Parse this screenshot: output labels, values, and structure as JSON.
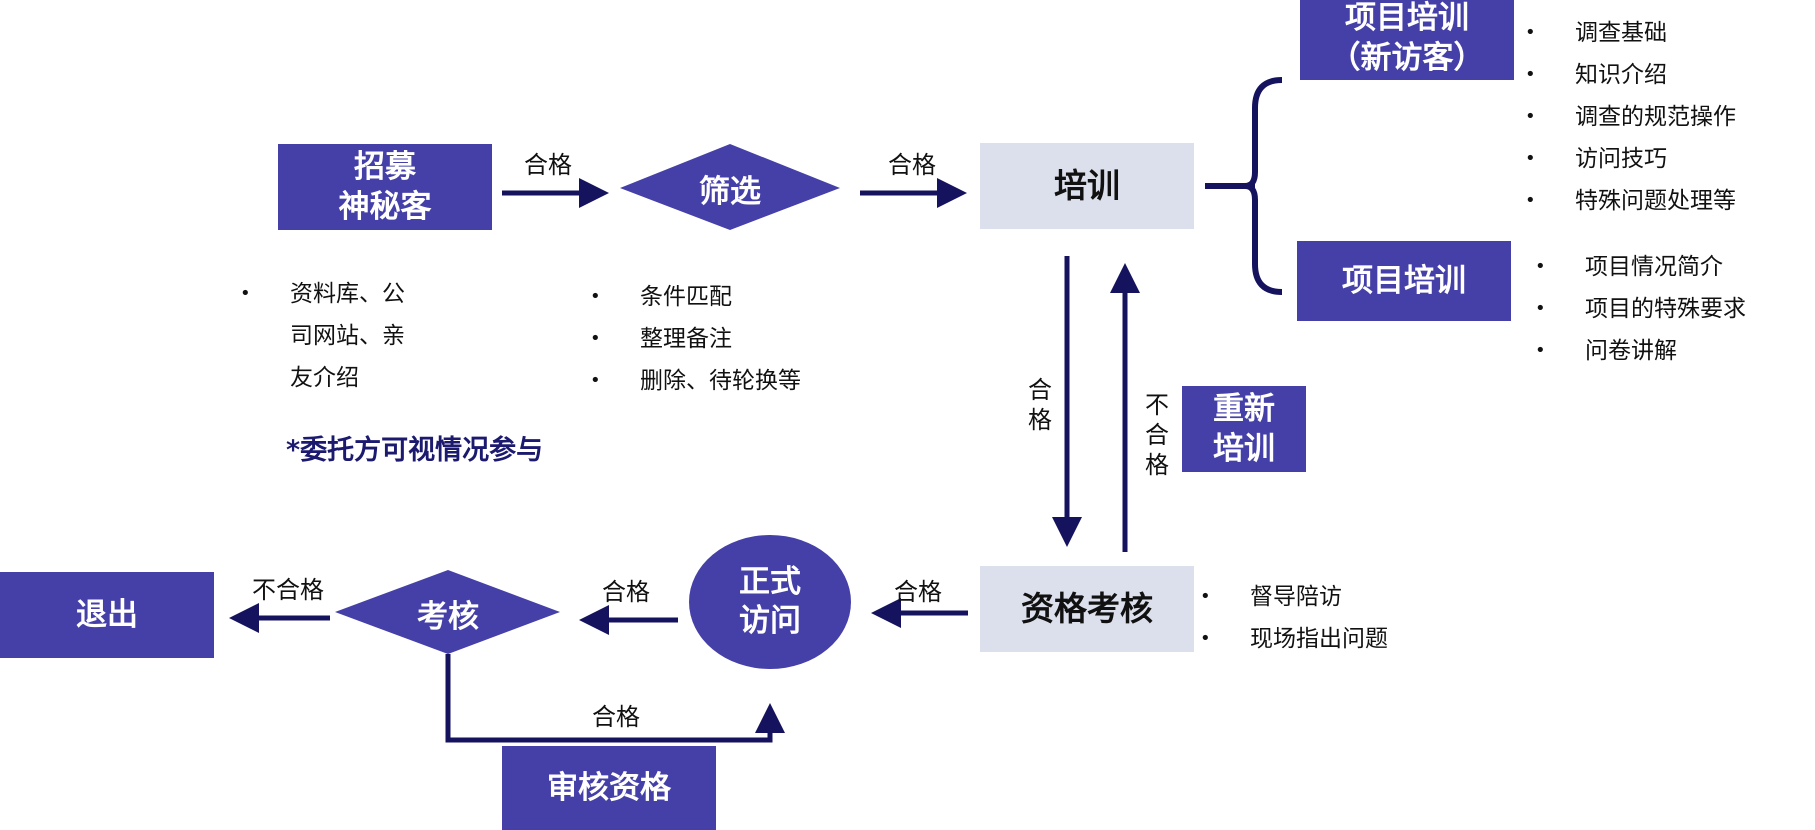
{
  "colors": {
    "primary": "#4540a8",
    "light": "#dcdfec",
    "arrow": "#15125e",
    "note": "#1c1a6e"
  },
  "nodes": {
    "recruit": "招募\n神秘客",
    "screen": "筛选",
    "training": "培训",
    "training_new": "项目培训\n（新访客）",
    "training_project": "项目培训",
    "retrain": "重新\n培训",
    "qualification": "资格考核",
    "formal_visit": "正式\n访问",
    "assess": "考核",
    "exit": "退出",
    "review": "审核资格"
  },
  "edge_labels": {
    "recruit_to_screen": "合格",
    "screen_to_training": "合格",
    "training_to_qual": "合格",
    "qual_to_training": "不合格",
    "qual_to_visit": "合格",
    "visit_to_assess": "合格",
    "assess_to_exit": "不合格",
    "assess_to_visit": "合格"
  },
  "lists": {
    "recruit": [
      "资料库、公",
      "司网站、亲",
      "友介绍"
    ],
    "screen": [
      "条件匹配",
      "整理备注",
      "删除、待轮换等"
    ],
    "training_new": [
      "调查基础",
      "知识介绍",
      "调查的规范操作",
      "访问技巧",
      "特殊问题处理等"
    ],
    "training_project": [
      "项目情况简介",
      "项目的特殊要求",
      "问卷讲解"
    ],
    "qualification": [
      "督导陪访",
      "现场指出问题"
    ]
  },
  "note": "*委托方可视情况参与"
}
